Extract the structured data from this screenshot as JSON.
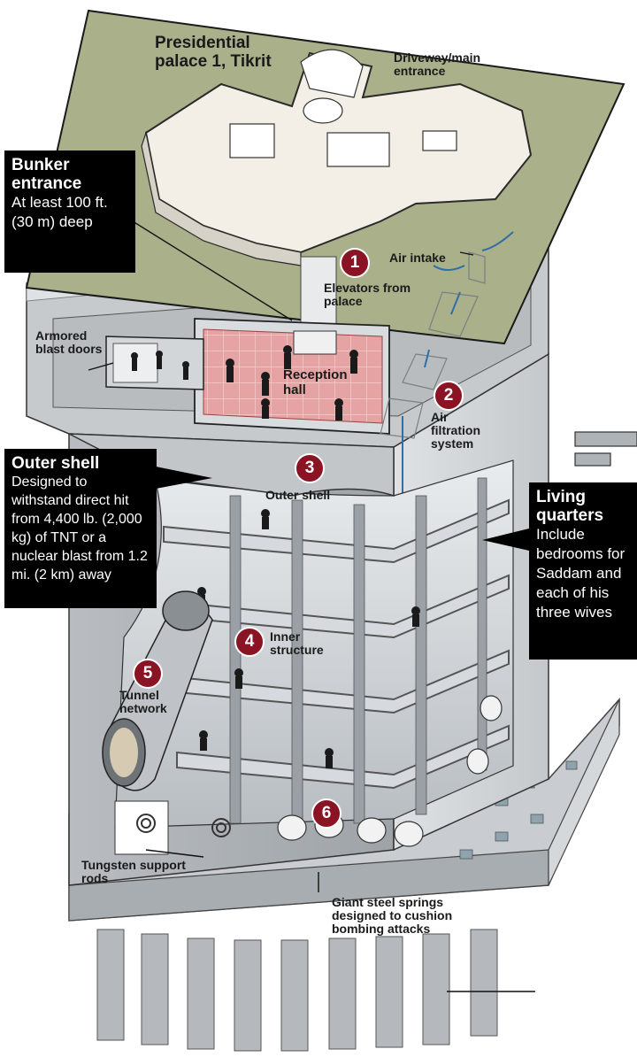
{
  "labels": {
    "palace_title": "Presidential palace 1, Tikrit",
    "driveway": "Driveway/main entrance",
    "air_intake": "Air intake",
    "elevators": "Elevators from palace",
    "armored_doors": "Armored blast doors",
    "reception_hall": "Reception hall",
    "air_filtration": "Air filtration system",
    "outer_shell": "Outer shell",
    "inner_structure": "Inner structure",
    "tunnel_network": "Tunnel network",
    "tungsten_rods": "Tungsten support rods",
    "steel_springs": "Giant steel springs designed to cushion bombing attacks"
  },
  "callouts": {
    "bunker_entrance": {
      "title": "Bunker entrance",
      "body": "At least 100 ft. (30 m) deep"
    },
    "outer_shell": {
      "title": "Outer shell",
      "body": "Designed to withstand direct hit from 4,400 lb. (2,000 kg) of TNT or a nuclear blast from 1.2 mi. (2 km) away"
    },
    "living_quarters": {
      "title": "Living quarters",
      "body": "Include bedrooms for Saddam and each of his three wives"
    }
  },
  "markers": [
    "1",
    "2",
    "3",
    "4",
    "5",
    "6"
  ],
  "colors": {
    "ground": "#a9b08a",
    "concrete": "#c9cccf",
    "concrete_dark": "#8f9498",
    "reception_floor": "#d98b8b",
    "marker": "#8a1423",
    "callout_bg": "#000000",
    "arrow": "#2f6fa8"
  }
}
